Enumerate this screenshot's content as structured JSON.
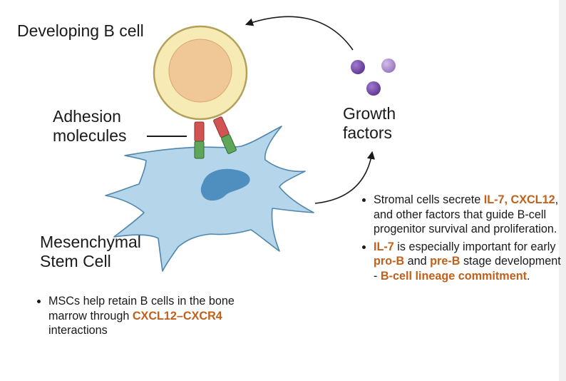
{
  "labels": {
    "developing_b_cell": "Developing B cell",
    "adhesion_line1": "Adhesion",
    "adhesion_line2": "molecules",
    "growth_line1": "Growth",
    "growth_line2": "factors",
    "msc_line1": "Mesenchymal",
    "msc_line2": "Stem Cell"
  },
  "bullets_left": [
    {
      "t1": "MSCs help retain B cells in the bone marrow through ",
      "h1": "CXCL12–CXCR4",
      "t2": " interactions"
    }
  ],
  "bullets_right": [
    {
      "t1": "Stromal cells secrete ",
      "h1": "IL-7, CXCL12",
      "t2": ", and other factors that guide B-cell progenitor survival and proliferation."
    },
    {
      "h1": "IL-7",
      "t1": " is especially important for early ",
      "h2": "pro-B",
      "t2": " and ",
      "h3": "pre-B",
      "t3": " stage development - ",
      "h4": "B-cell lineage commitment",
      "t4": "."
    }
  ],
  "colors": {
    "highlight": "#c0601b",
    "b_cell_outer": "#f7ebb5",
    "b_cell_nucleus": "#f0c898",
    "stromal_cell": "#b4d5ea",
    "stromal_nucleus": "#4f8fc0",
    "adhesion_red": "#d15452",
    "adhesion_green": "#5fa55a",
    "growth_factor_dark": "#7a4fa8",
    "growth_factor_light": "#b596d4"
  }
}
